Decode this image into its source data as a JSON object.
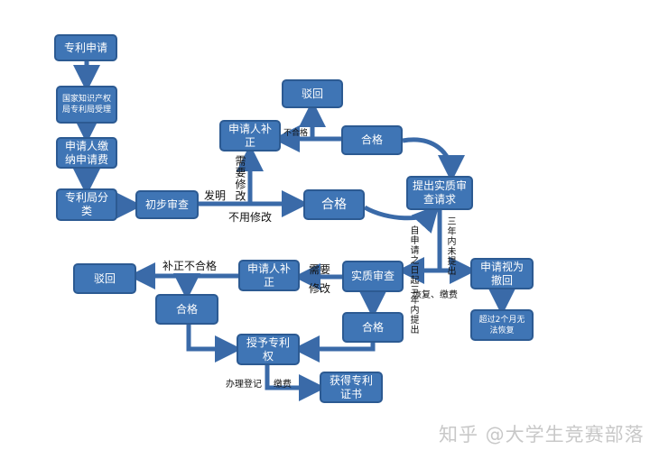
{
  "nodes": {
    "apply": "专利申请",
    "accept": "国家知识产权局专利局受理",
    "fee": "申请人缴纳申请费",
    "classify": "专利局分类",
    "prelim": "初步审查",
    "correct_top": "申请人补正",
    "reject_top": "驳回",
    "pass_top": "合格",
    "pass_mid": "合格",
    "request_exam": "提出实质审查请求",
    "substantive": "实质审查",
    "withdrawn": "申请视为撤回",
    "over2months": "超过2个月无法恢复",
    "correct_bottom": "申请人补正",
    "reject_bottom": "驳回",
    "pass_bottom_left": "合格",
    "pass_bottom_right": "合格",
    "grant": "授予专利权",
    "certificate": "获得专利证书"
  },
  "labels": {
    "invention": "发明",
    "need_modify_v": "需要修改",
    "no_modify": "不用修改",
    "unqualified": "不合格",
    "within3years": "自申请之日起三年内提出",
    "not_in_3years": "三年内未提出",
    "restore_fee": "恢复、缴费",
    "correct_unqualified": "补正不合格",
    "need": "需要",
    "modify": "修改",
    "register": "办理登记",
    "pay_fee": "缴费"
  },
  "watermark": "知乎 @大学生竞赛部落",
  "colors": {
    "box": "#3f75b5",
    "border": "#2c5a92",
    "arrow": "#3a6aa8"
  }
}
